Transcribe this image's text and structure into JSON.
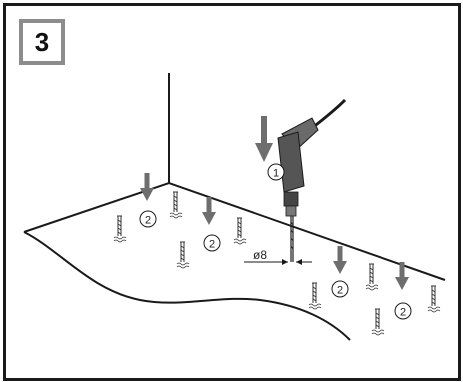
{
  "step": {
    "number": "3"
  },
  "labels": {
    "callout_drill": "1",
    "callout_hole": "2",
    "diameter": "ø8"
  },
  "colors": {
    "frame": "#1a1a1a",
    "badge_border": "#8c8c8c",
    "arrow": "#6e6e6e",
    "drill_body": "#5a5a5a",
    "line": "#1a1a1a"
  }
}
